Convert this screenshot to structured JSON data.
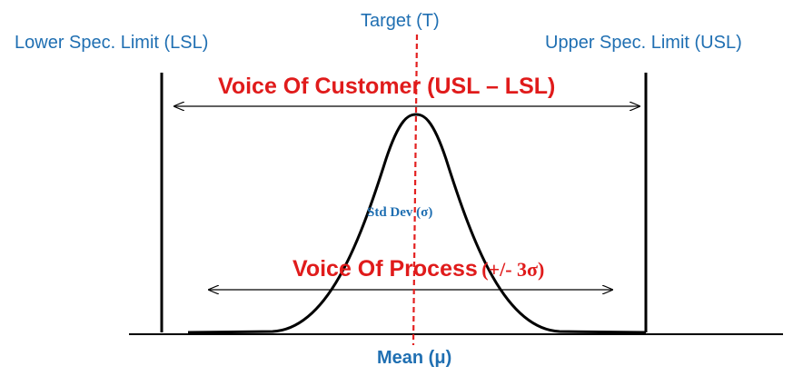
{
  "diagram": {
    "target_label": "Target (T)",
    "lsl_label": "Lower Spec. Limit (LSL)",
    "usl_label": "Upper Spec. Limit (USL)",
    "voice_customer_label": "Voice Of Customer (USL – LSL)",
    "std_dev_label": "Std Dev (σ)",
    "voice_process_label": "Voice Of Process",
    "voice_process_suffix": "(+/- 3σ)",
    "mean_label": "Mean (μ)"
  },
  "colors": {
    "label_blue": "#1f6fb2",
    "emphasis_red": "#e01b1b",
    "target_line_red": "#e32020",
    "line_black": "#000000"
  }
}
